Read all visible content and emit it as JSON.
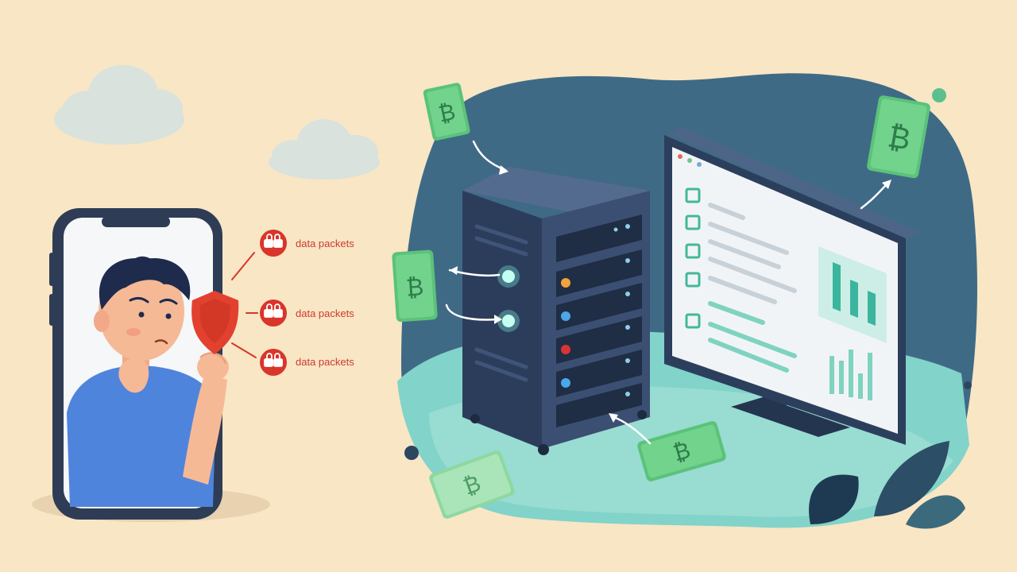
{
  "labels": {
    "packet_1": "data packets",
    "packet_2": "data packets",
    "packet_3": "data packets"
  },
  "colors": {
    "background": "#f8e6c5",
    "blob": "#3f6a86",
    "floor": "#7fd0c8",
    "server": "#3b4f72",
    "shield": "#e2412f",
    "bill": "#6ccf7f",
    "alert_red": "#d9352a",
    "shirt": "#4f84dd"
  },
  "icons": {
    "alert": "padlock-pair-icon",
    "shield": "shield-icon",
    "money": "banknote-icon",
    "arrow": "curved-arrow-icon"
  }
}
